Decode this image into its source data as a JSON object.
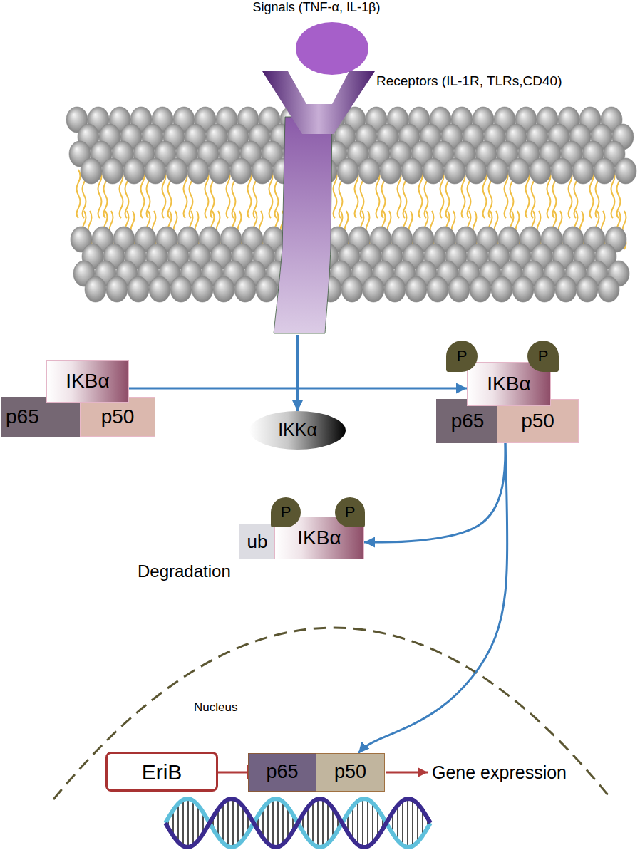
{
  "diagram": {
    "nodes": [
      {
        "text": [
          "Signals (TNF-α, IL-1β)"
        ]
      },
      {
        "text": [
          "Receptors (IL-1R, TLRs,CD40)"
        ]
      },
      {
        "text": [
          "IKBα"
        ]
      },
      {
        "text": [
          "p65"
        ]
      },
      {
        "text": [
          "p50"
        ]
      },
      {
        "text": [
          "IKKα"
        ]
      },
      {
        "text": [
          "P"
        ]
      },
      {
        "text": [
          "P"
        ]
      },
      {
        "text": [
          "IKBα"
        ]
      },
      {
        "text": [
          "p65"
        ]
      },
      {
        "text": [
          "p50"
        ]
      },
      {
        "text": [
          "P"
        ]
      },
      {
        "text": [
          "P"
        ]
      },
      {
        "text": [
          "ub"
        ]
      },
      {
        "text": [
          "IKBα"
        ]
      },
      {
        "text": [
          "EriB"
        ]
      },
      {
        "text": [
          "p65"
        ]
      },
      {
        "text": [
          "p50"
        ]
      }
    ],
    "edges": [
      {
        "from": 1,
        "to": 5,
        "arrow": "to"
      },
      {
        "from": 2,
        "to": 8,
        "arrow": "to"
      },
      {
        "from": 10,
        "to": 14,
        "arrow": "to"
      },
      {
        "from": 10,
        "to": 17,
        "arrow": "to"
      },
      {
        "from": 15,
        "to": 16,
        "arrow": "to"
      }
    ],
    "labels": [
      "Degradation",
      "Nucleus",
      "Gene expression"
    ]
  }
}
